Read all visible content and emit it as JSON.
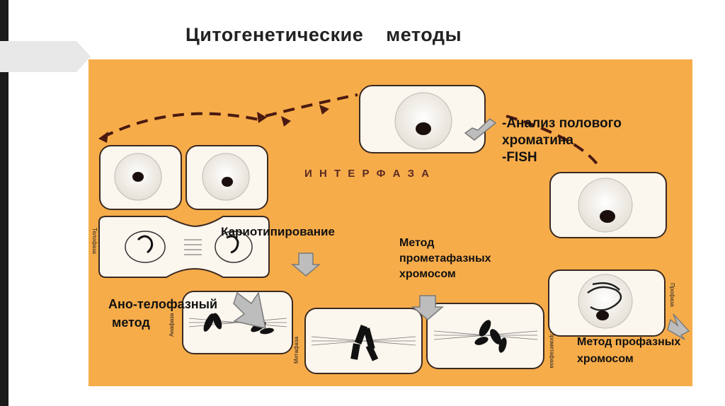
{
  "slide": {
    "title": "Цитогенетические    методы",
    "labels": {
      "karyotyping": "Кариотипирование",
      "prometaphase": [
        "Метод",
        "прометафазных",
        "хромосом"
      ],
      "ano_telophase": [
        "Ано-телофазный",
        " метод"
      ],
      "prophase": [
        "Метод профазных",
        "хромосом"
      ],
      "chromatin": [
        "-Анализ полового",
        "хроматина",
        "-FISH"
      ]
    }
  },
  "figure": {
    "interphase_label": "И Н Т Е Р Ф А З А",
    "phase_labels": {
      "telophase": "Телофаза",
      "anaphase": "Анафаза",
      "metaphase": "Метафаза",
      "prometaphase": "Прометафаза",
      "prophase": "Профаза"
    }
  },
  "colors": {
    "panel": "#f7ac4a",
    "cell_fill": "#fbf6ee",
    "arrow_fill": "#bdbdbd",
    "left_bar": "#1a1a1a"
  }
}
